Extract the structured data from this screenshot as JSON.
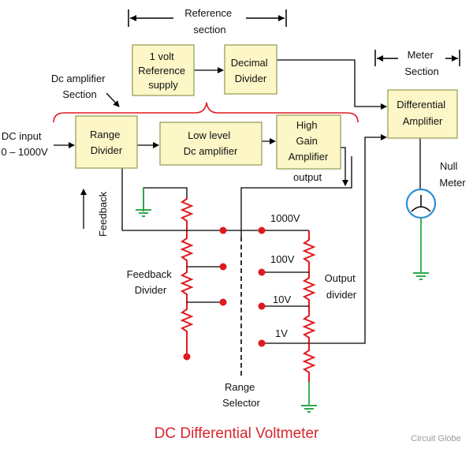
{
  "title": "DC Differential Voltmeter",
  "watermark": "Circuit Globe",
  "colors": {
    "block_fill": "#FDF7C7",
    "block_stroke": "#9aa05a",
    "wire": "#000000",
    "resistor": "#e0191f",
    "node": "#e0191f",
    "ground": "#2fa84b",
    "meter": "#2a8fd4",
    "title": "#d7262c",
    "watermark": "#9a9a9a"
  },
  "blocks": {
    "reference_supply": [
      "1 volt",
      "Reference",
      "supply"
    ],
    "decimal_divider": [
      "Decimal",
      "Divider"
    ],
    "range_divider": [
      "Range",
      "Divider"
    ],
    "low_level_amp": [
      "Low level",
      "Dc amplifier"
    ],
    "high_gain_amp": [
      "High",
      "Gain",
      "Amplifier"
    ],
    "differential_amp": [
      "Differential",
      "Amplifier"
    ]
  },
  "labels": {
    "reference_section": [
      "Reference",
      "section"
    ],
    "meter_section": [
      "Meter",
      "Section"
    ],
    "dc_amp_section": [
      "Dc amplifier",
      "Section"
    ],
    "dc_input": [
      "DC input",
      "0 – 1000V"
    ],
    "feedback": "Feedback",
    "output": "output",
    "null_meter": [
      "Null",
      "Meter"
    ],
    "feedback_divider": [
      "Feedback",
      "Divider"
    ],
    "output_divider": [
      "Output",
      "divider"
    ],
    "range_selector": [
      "Range",
      "Selector"
    ],
    "v1000": "1000V",
    "v100": "100V",
    "v10": "10V",
    "v1": "1V"
  },
  "icons": [
    "arrow-icon",
    "ground-icon",
    "resistor-icon",
    "meter-icon"
  ]
}
